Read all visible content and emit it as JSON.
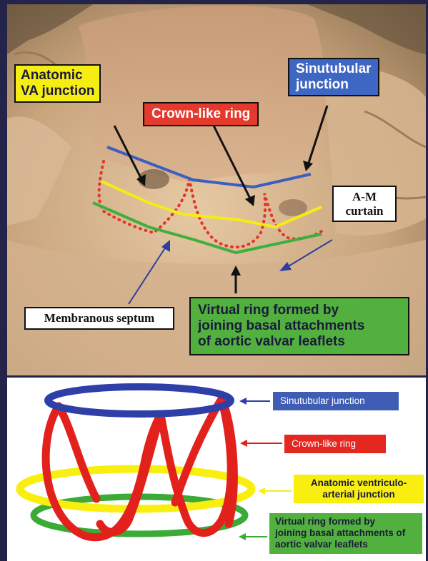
{
  "photo": {
    "labels": {
      "anatomic_va_junction": "Anatomic\nVA junction",
      "crown_like_ring": "Crown-like ring",
      "sinutubular_junction": "Sinutubular\njunction",
      "am_curtain": "A-M\ncurtain",
      "membranous_septum": "Membranous septum",
      "virtual_ring": "Virtual ring formed by\njoining basal attachments\nof aortic valvar leaflets"
    },
    "colors": {
      "sinutubular": "#3b5ec0",
      "anatomic_va": "#f4ec16",
      "virtual_ring": "#3fae3c",
      "crown": "#e5342a"
    }
  },
  "schematic": {
    "labels": {
      "sinutubular_junction": "Sinutubular junction",
      "crown_like_ring": "Crown-like ring",
      "anatomic_va_junction": "Anatomic ventriculo-\narterial junction",
      "virtual_ring": "Virtual ring formed by\njoining basal attachments of\naortic valvar leaflets"
    },
    "colors": {
      "blue_ring": "#2e3fa8",
      "red_ring": "#e2201c",
      "yellow_ring": "#f8ee10",
      "green_ring": "#3caa36"
    }
  }
}
